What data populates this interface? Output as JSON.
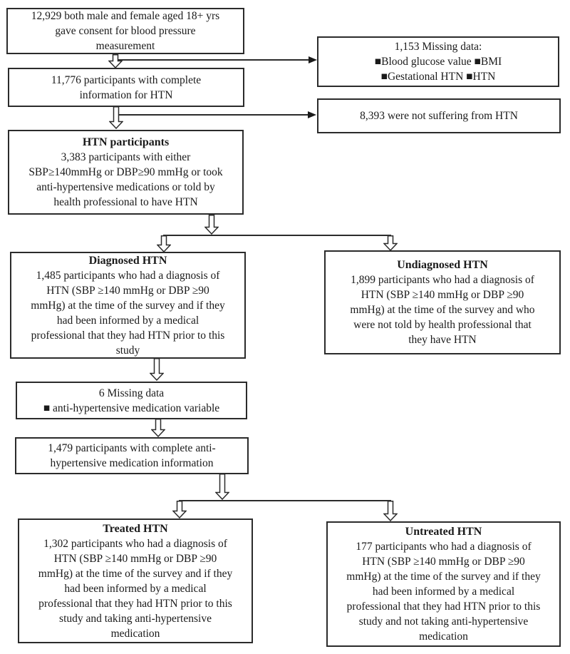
{
  "figure": {
    "type": "participant-flowchart",
    "background_color": "#ffffff",
    "line_color": "#2b2b2b",
    "text_color": "#1a1a1a"
  },
  "boxes": {
    "consent": {
      "lines": [
        "12,929 both male and female aged 18+ yrs",
        "gave consent for blood pressure",
        "measurement"
      ]
    },
    "missing_baseline": {
      "lines": [
        "1,153 Missing data:",
        "■Blood glucose value ■BMI",
        "■Gestational HTN ■HTN"
      ]
    },
    "complete_info": {
      "lines": [
        "11,776 participants with complete",
        "information for HTN"
      ]
    },
    "no_htn": {
      "lines": [
        "8,393 were not suffering from HTN"
      ]
    },
    "htn_participants": {
      "title": "HTN participants",
      "lines": [
        "3,383 participants with either",
        "SBP≥140mmHg or DBP≥90 mmHg or took",
        "anti-hypertensive medications or told by",
        "health professional to have HTN"
      ]
    },
    "diagnosed": {
      "title": "Diagnosed HTN",
      "lines": [
        "1,485 participants who had a diagnosis of",
        "HTN (SBP ≥140 mmHg or DBP ≥90",
        "mmHg) at the time of the survey and if they",
        "had been informed by a medical",
        "professional that they had HTN prior to this",
        "study"
      ]
    },
    "undiagnosed": {
      "title": "Undiagnosed HTN",
      "lines": [
        "1,899 participants who had a diagnosis of",
        "HTN (SBP ≥140 mmHg or DBP ≥90",
        "mmHg) at the time of the survey and who",
        "were not told by health professional that",
        "they have HTN"
      ]
    },
    "missing_medication": {
      "lines": [
        "6 Missing data",
        "■ anti-hypertensive medication variable"
      ]
    },
    "complete_medication": {
      "lines": [
        "1,479 participants with complete anti-",
        "hypertensive medication information"
      ]
    },
    "treated": {
      "title": "Treated HTN",
      "lines": [
        "1,302 participants who had a diagnosis of",
        "HTN (SBP ≥140 mmHg or DBP ≥90",
        "mmHg) at the time of the survey and if they",
        "had been informed by a medical",
        "professional that they had HTN prior to this",
        "study and taking anti-hypertensive",
        "medication"
      ]
    },
    "untreated": {
      "title": "Untreated HTN",
      "lines": [
        "177 participants who had a diagnosis of",
        "HTN (SBP ≥140 mmHg or DBP ≥90",
        "mmHg) at the time of the survey and if they",
        "had been informed by a medical",
        "professional that they had HTN prior to this",
        "study and not taking anti-hypertensive",
        "medication"
      ]
    }
  }
}
